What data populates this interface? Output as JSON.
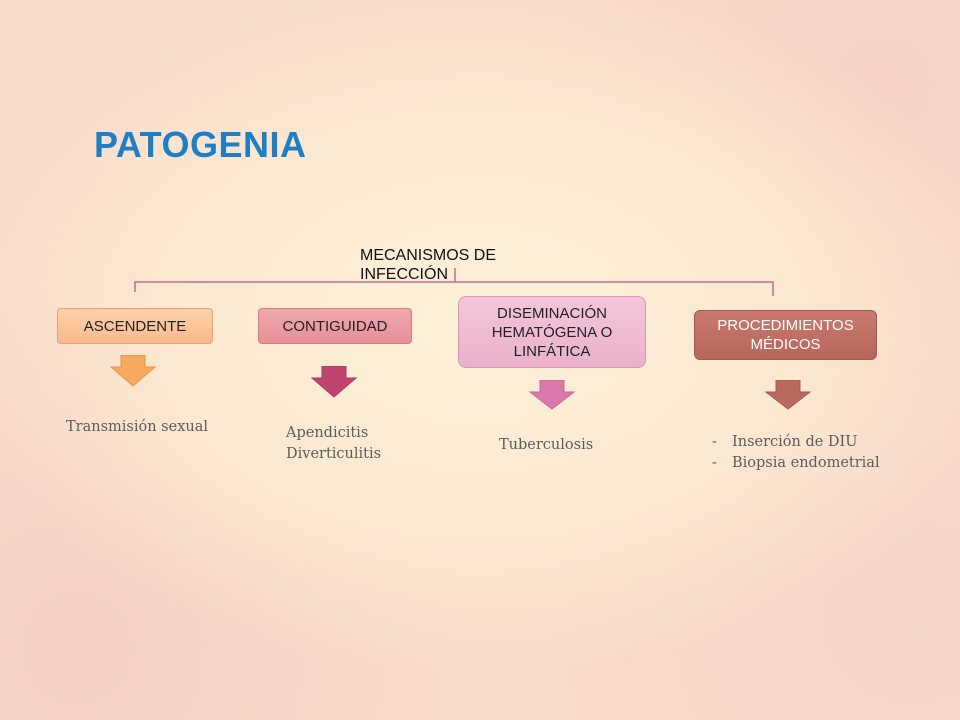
{
  "title": "PATOGENIA",
  "root": "MECANISMOS DE INFECCIÓN",
  "mechanisms": [
    {
      "label": "ASCENDENTE",
      "color": "#f8b98c"
    },
    {
      "label": "CONTIGUIDAD",
      "color": "#e69098"
    },
    {
      "label": "DISEMINACIÓN HEMATÓGENA O LINFÁTICA",
      "color": "#eab1cb"
    },
    {
      "label": "PROCEDIMIENTOS MÉDICOS",
      "color": "#b7665b"
    }
  ],
  "examples": {
    "ascendente": [
      "Transmisión sexual"
    ],
    "contiguidad": [
      "Apendicitis",
      "Diverticulitis"
    ],
    "diseminacion": [
      "Tuberculosis"
    ],
    "procedimientos": [
      "Inserción de DIU",
      "Biopsia endometrial"
    ]
  },
  "colors": {
    "title": "#1f7fc4",
    "connector": "#c36a8e",
    "arrow_ascendente": "#f6a95f",
    "arrow_contiguidad": "#c0446f",
    "arrow_diseminacion": "#d97aab",
    "arrow_procedimientos": "#b9695e"
  }
}
